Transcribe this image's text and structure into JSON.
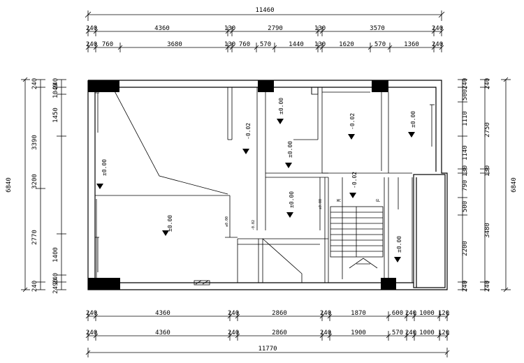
{
  "top_total": "11460",
  "top_row1": [
    "240",
    "4360",
    "130",
    "2790",
    "130",
    "3570",
    "240"
  ],
  "top_row2": [
    "240",
    "760",
    "3680",
    "130",
    "760",
    "570",
    "1440",
    "130",
    "1620",
    "570",
    "1360",
    "240"
  ],
  "bottom_row1": [
    "240",
    "4360",
    "240",
    "2860",
    "240",
    "1870",
    "600",
    "240",
    "1000",
    "120"
  ],
  "bottom_row2": [
    "240",
    "4360",
    "240",
    "2860",
    "240",
    "1900",
    "570",
    "240",
    "1000",
    "120"
  ],
  "bottom_total": "11770",
  "left_outer": [
    "240",
    "3390",
    "3200",
    "2770",
    "240"
  ],
  "left_inner": [
    "240",
    "1040",
    "1450",
    "1400",
    "240",
    "2490"
  ],
  "left_total": "6840",
  "right_inner": [
    "240",
    "500",
    "1110",
    "1140",
    "130",
    "790",
    "500",
    "2200",
    "240"
  ],
  "right_outer": [
    "240",
    "2750",
    "130",
    "3480",
    "240"
  ],
  "right_total": "6840",
  "levels": [
    "±0.00",
    "±0.00",
    "-0.02",
    "±0.00",
    "±0.00",
    "±0.00",
    "-0.02",
    "-0.02",
    "±0.00",
    "±0.00",
    "-0.02",
    "±0.00",
    "±0.00"
  ],
  "small_labels": [
    "WC",
    "GL"
  ]
}
